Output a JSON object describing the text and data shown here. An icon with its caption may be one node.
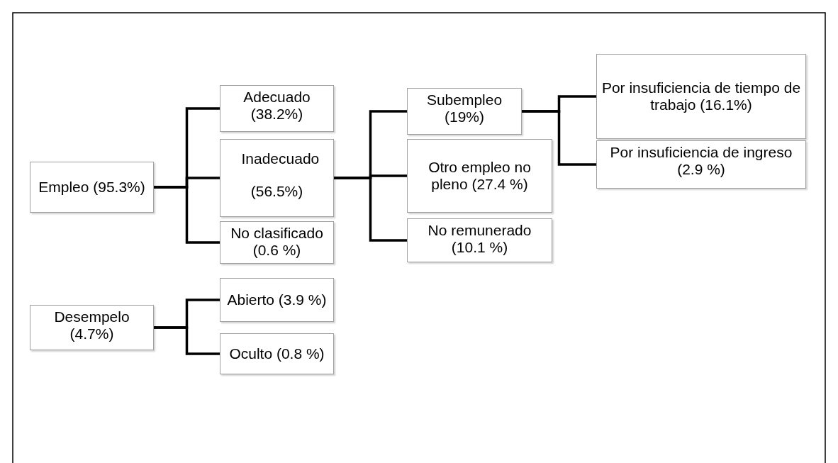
{
  "diagram": {
    "nodes": [
      {
        "text": [
          "Empleo (95.3%)"
        ]
      },
      {
        "text": [
          "Adecuado (38.2%)"
        ]
      },
      {
        "text": [
          "Inadecuado (56.5%)"
        ]
      },
      {
        "text": [
          "No clasificado (0.6 %)"
        ]
      },
      {
        "text": [
          "Subempleo (19%)"
        ]
      },
      {
        "text": [
          "Otro empleo no pleno (27.4 %)"
        ]
      },
      {
        "text": [
          "No remunerado (10.1 %)"
        ]
      },
      {
        "text": [
          "Por insuficiencia de tiempo de trabajo (16.1%)"
        ]
      },
      {
        "text": [
          "Por insuficiencia de ingreso (2.9 %)"
        ]
      },
      {
        "text": [
          "Desempelo (4.7%)"
        ]
      },
      {
        "text": [
          "Abierto (3.9 %)"
        ]
      },
      {
        "text": [
          "Oculto (0.8 %)"
        ]
      }
    ],
    "edges": [
      {
        "from": 0,
        "to": 1,
        "arrow": "none"
      },
      {
        "from": 0,
        "to": 2,
        "arrow": "none"
      },
      {
        "from": 0,
        "to": 3,
        "arrow": "none"
      },
      {
        "from": 2,
        "to": 4,
        "arrow": "none"
      },
      {
        "from": 2,
        "to": 5,
        "arrow": "none"
      },
      {
        "from": 2,
        "to": 6,
        "arrow": "none"
      },
      {
        "from": 4,
        "to": 7,
        "arrow": "none"
      },
      {
        "from": 4,
        "to": 8,
        "arrow": "none"
      },
      {
        "from": 9,
        "to": 10,
        "arrow": "none"
      },
      {
        "from": 9,
        "to": 11,
        "arrow": "none"
      }
    ]
  }
}
